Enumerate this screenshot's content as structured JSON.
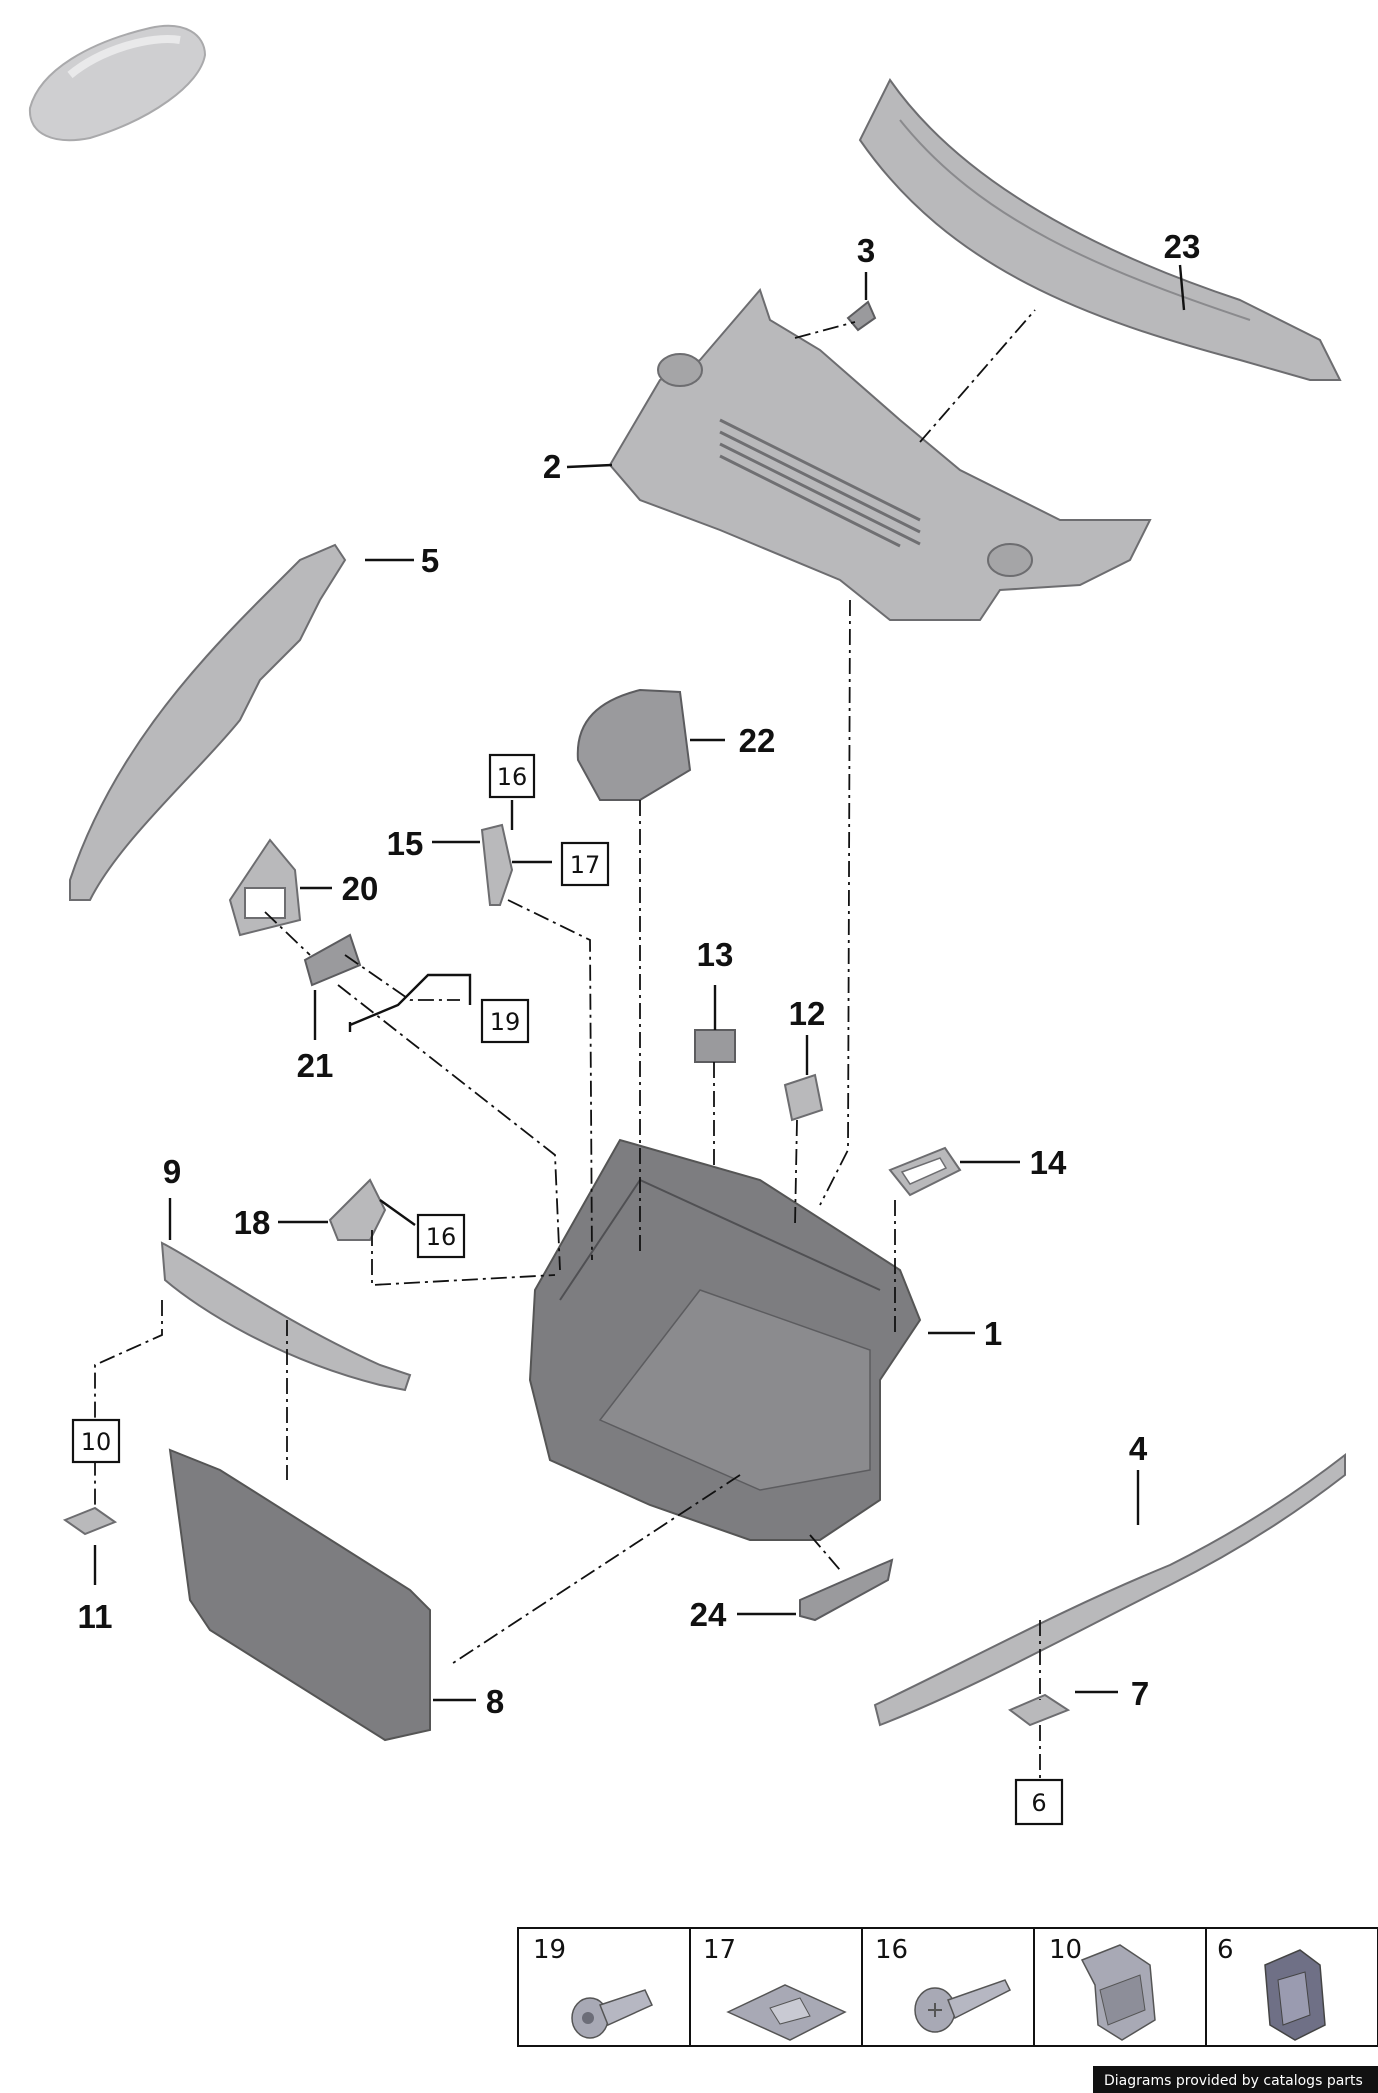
{
  "diagram": {
    "callouts": {
      "c1": "1",
      "c2": "2",
      "c3": "3",
      "c4": "4",
      "c5": "5",
      "c7": "7",
      "c8": "8",
      "c9": "9",
      "c11": "11",
      "c12": "12",
      "c13": "13",
      "c14": "14",
      "c15": "15",
      "c18": "18",
      "c20": "20",
      "c21": "21",
      "c22": "22",
      "c23": "23",
      "c24": "24"
    },
    "boxed_refs": {
      "b16a": "16",
      "b17": "17",
      "b19": "19",
      "b16b": "16",
      "b10": "10",
      "b6": "6"
    }
  },
  "legend": {
    "items": [
      {
        "number": "19",
        "icon": "bolt-icon"
      },
      {
        "number": "17",
        "icon": "clip-nut-icon"
      },
      {
        "number": "16",
        "icon": "screw-icon"
      },
      {
        "number": "10",
        "icon": "spring-clip-icon"
      },
      {
        "number": "6",
        "icon": "retainer-clip-icon"
      }
    ]
  },
  "footer": {
    "credit": "Diagrams provided by catalogs parts"
  }
}
